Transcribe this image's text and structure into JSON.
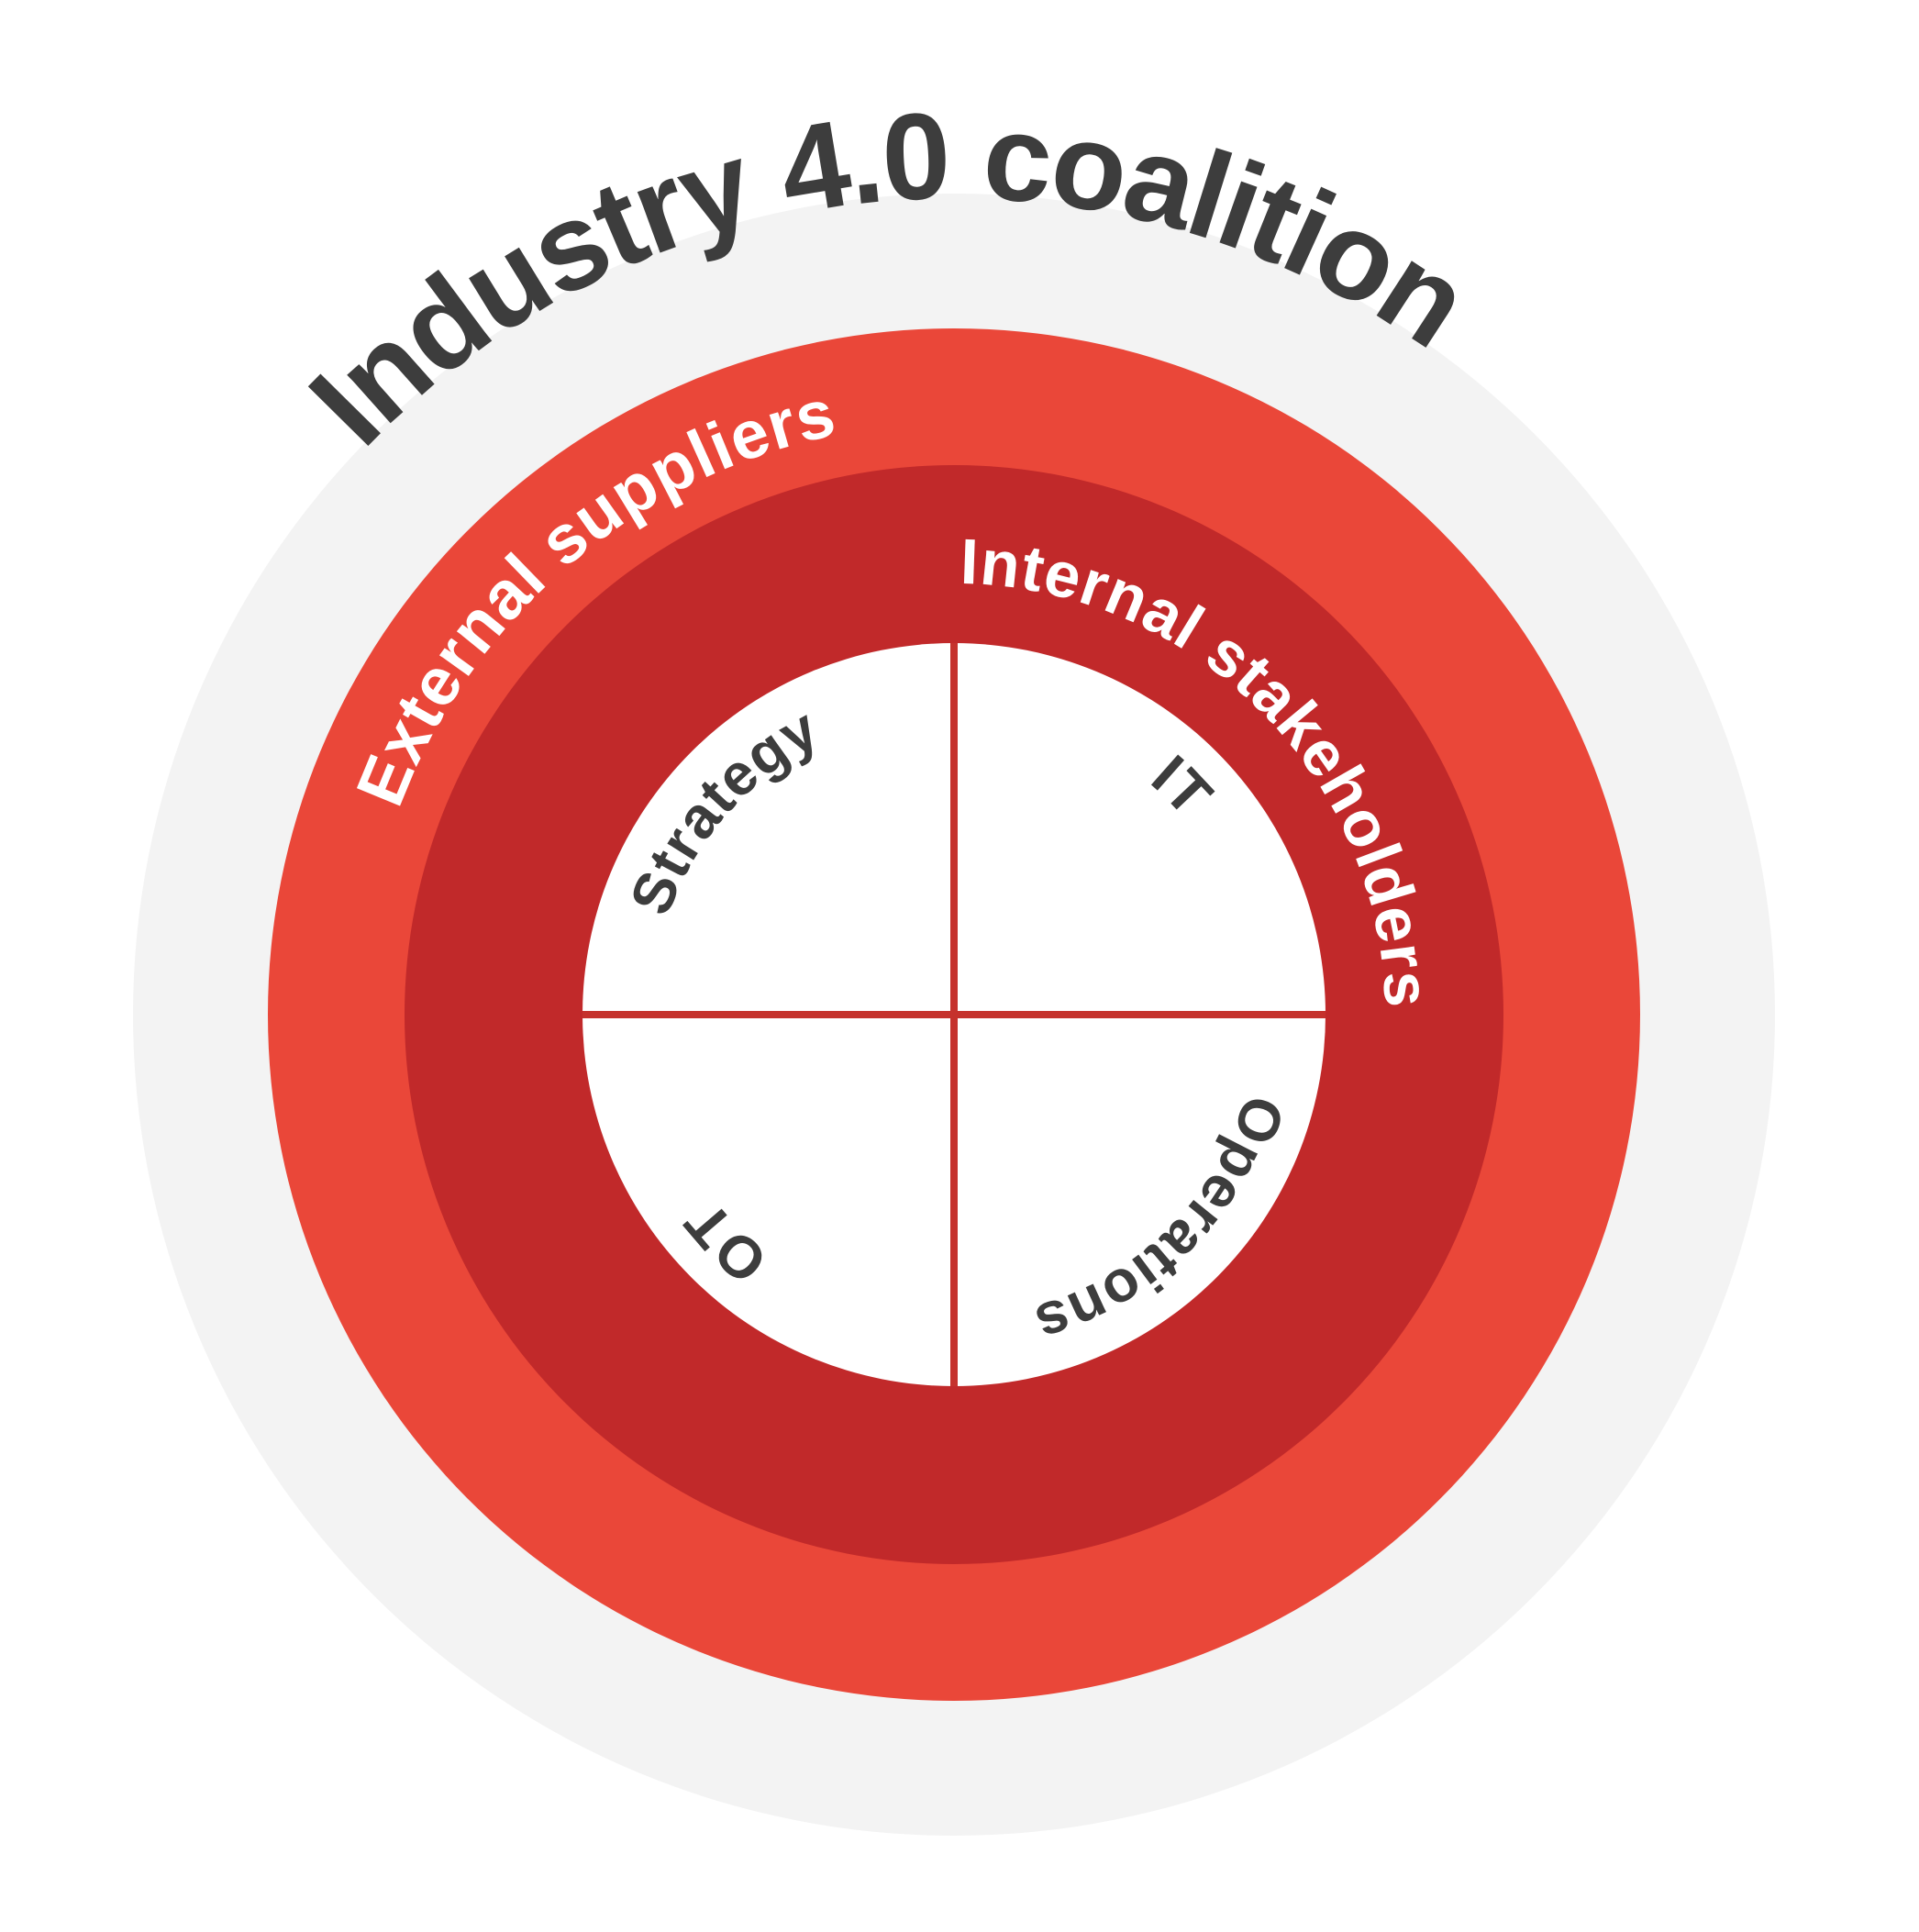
{
  "diagram": {
    "title": "Industry 4.0 coalition",
    "rings": {
      "outer_label": "External suppliers",
      "middle_label": "Internal stakeholders"
    },
    "quadrants": {
      "top_left": "Strategy",
      "top_right": "IT",
      "bottom_left": "OT",
      "bottom_right": "Operations"
    },
    "colors": {
      "page_background": "#ffffff",
      "outer_circle_gray": "#f3f3f3",
      "outer_ring_red": "#ea4739",
      "middle_ring_dark_red": "#c1292a",
      "inner_circle_white": "#ffffff",
      "divider_line_red": "#c5322d",
      "title_gray": "#3d3d3d",
      "quadrant_label_gray": "#3d3d3d",
      "ring_label_white": "#ffffff"
    }
  }
}
